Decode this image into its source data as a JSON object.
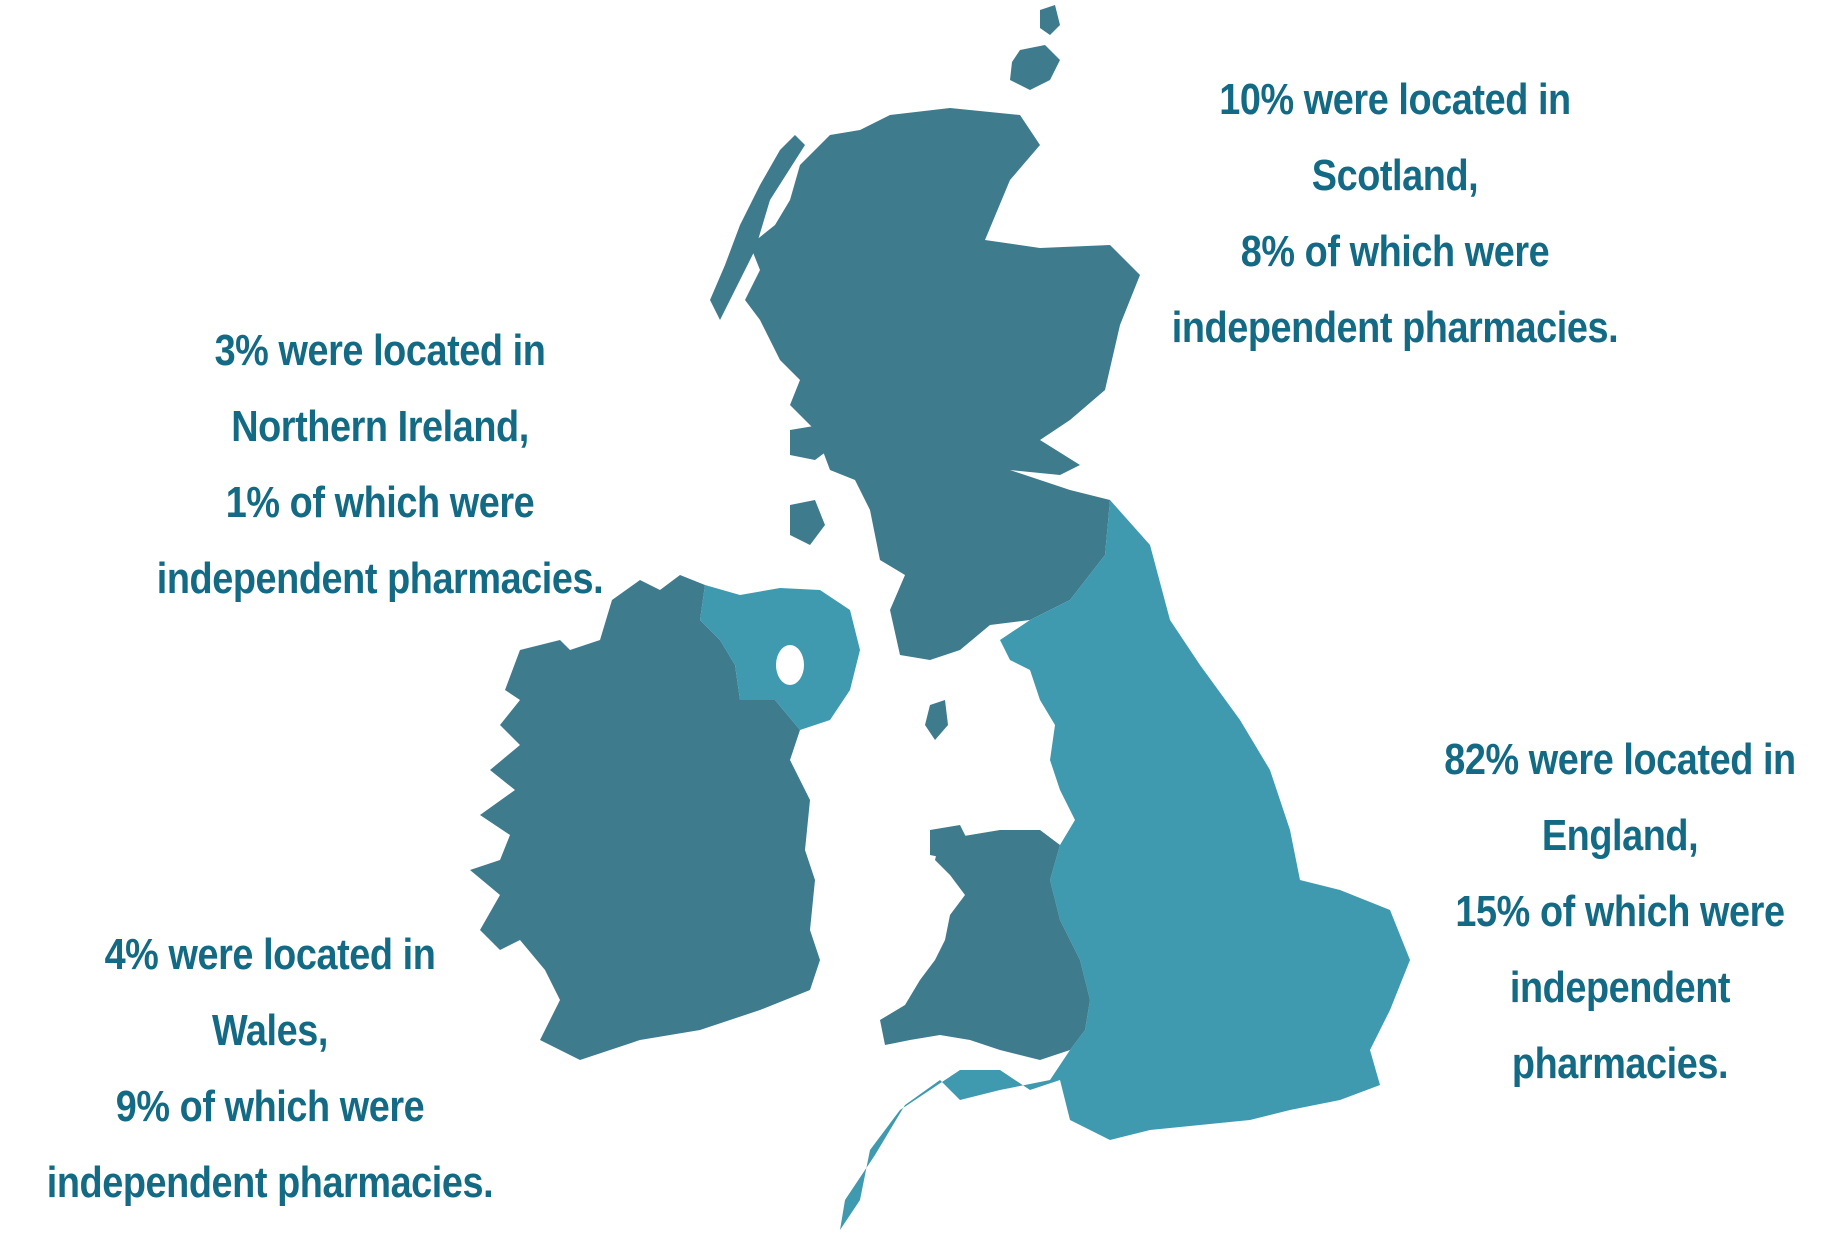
{
  "colors": {
    "dark_region": "#3e7b8d",
    "light_region": "#3f9ab0",
    "label_text": "#136a84",
    "background": "#ffffff"
  },
  "regions": {
    "scotland": {
      "name": "Scotland",
      "located_pct": 10,
      "independent_pct": 8,
      "lines": [
        "10% were located in",
        "Scotland,",
        "8% of which were",
        "independent pharmacies."
      ]
    },
    "northern_ireland": {
      "name": "Northern Ireland",
      "located_pct": 3,
      "independent_pct": 1,
      "lines": [
        "3% were located in",
        "Northern Ireland,",
        "1% of which were",
        "independent pharmacies."
      ]
    },
    "england": {
      "name": "England",
      "located_pct": 82,
      "independent_pct": 15,
      "lines": [
        "82% were located in",
        "England,",
        "15% of which were",
        "independent",
        "pharmacies."
      ]
    },
    "wales": {
      "name": "Wales",
      "located_pct": 4,
      "independent_pct": 9,
      "lines": [
        "4% were located in",
        "Wales,",
        "9% of which were",
        "independent pharmacies."
      ]
    }
  }
}
